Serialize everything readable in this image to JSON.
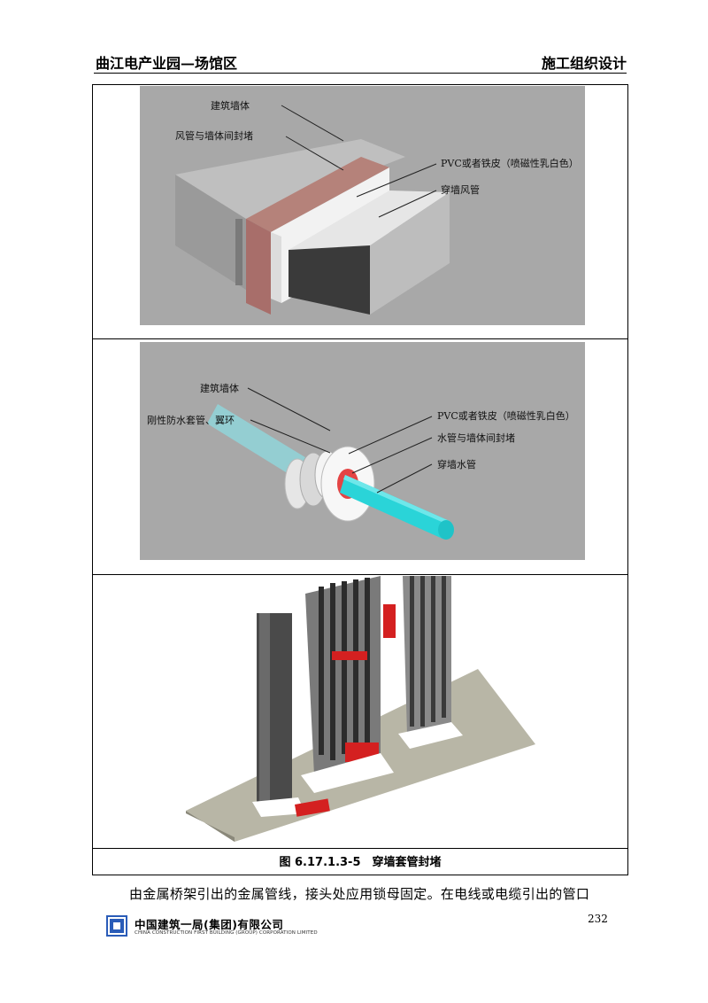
{
  "header": {
    "left_title": "曲江电产业园—场馆区",
    "right_title": "施工组织设计"
  },
  "panel1": {
    "labels": {
      "wall": "建筑墙体",
      "seal": "风管与墙体间封堵",
      "cover": "PVC或者铁皮（喷磁性乳白色）",
      "duct": "穿墙风管"
    }
  },
  "panel2": {
    "labels": {
      "wall": "建筑墙体",
      "sleeve": "刚性防水套管、翼环",
      "cover": "PVC或者铁皮（喷磁性乳白色）",
      "seal": "水管与墙体间封堵",
      "pipe": "穿墙水管"
    }
  },
  "caption": "图 6.17.1.3-5　穿墙套管封堵",
  "body_text": "由金属桥架引出的金属管线，接头处应用锁母固定。在电线或电缆引出的管口",
  "footer": {
    "company_cn": "中国建筑一局(集团)有限公司",
    "company_en": "CHINA CONSTRUCTION FIRST BUILDING (GROUP) CORPORATION LIMITED",
    "page_number": "232"
  },
  "colors": {
    "panel_bg": "#a8a8a8",
    "seal_brown": "#a86e6a",
    "pipe_cyan": "#2ad4d8",
    "warning_red": "#d42020"
  }
}
